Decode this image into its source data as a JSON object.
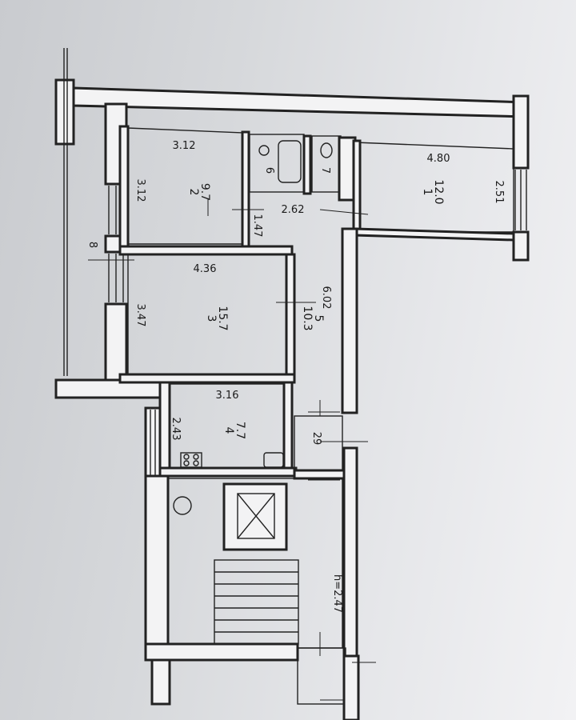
{
  "plan": {
    "bedroom_2": {
      "width": "3.12",
      "depth": "3.12",
      "number": "2",
      "area": "9.7"
    },
    "bathroom": {
      "number": "6"
    },
    "toilet": {
      "number": "7"
    },
    "room_1": {
      "width": "4.80",
      "depth": "2.51",
      "number": "1",
      "area": "12.0"
    },
    "room_3": {
      "width": "4.36",
      "depth": "3.47",
      "number": "3",
      "area": "15.7"
    },
    "hall": {
      "width": "2.62",
      "depth": "6.02",
      "number": "5",
      "area": "10.3",
      "nook": "1.47"
    },
    "kitchen": {
      "width": "3.16",
      "depth": "2.43",
      "number": "4",
      "area": "7.7"
    },
    "balcony": {
      "number": "8"
    },
    "entry": {
      "number": "29"
    },
    "ceiling_height": "h=2.47"
  }
}
